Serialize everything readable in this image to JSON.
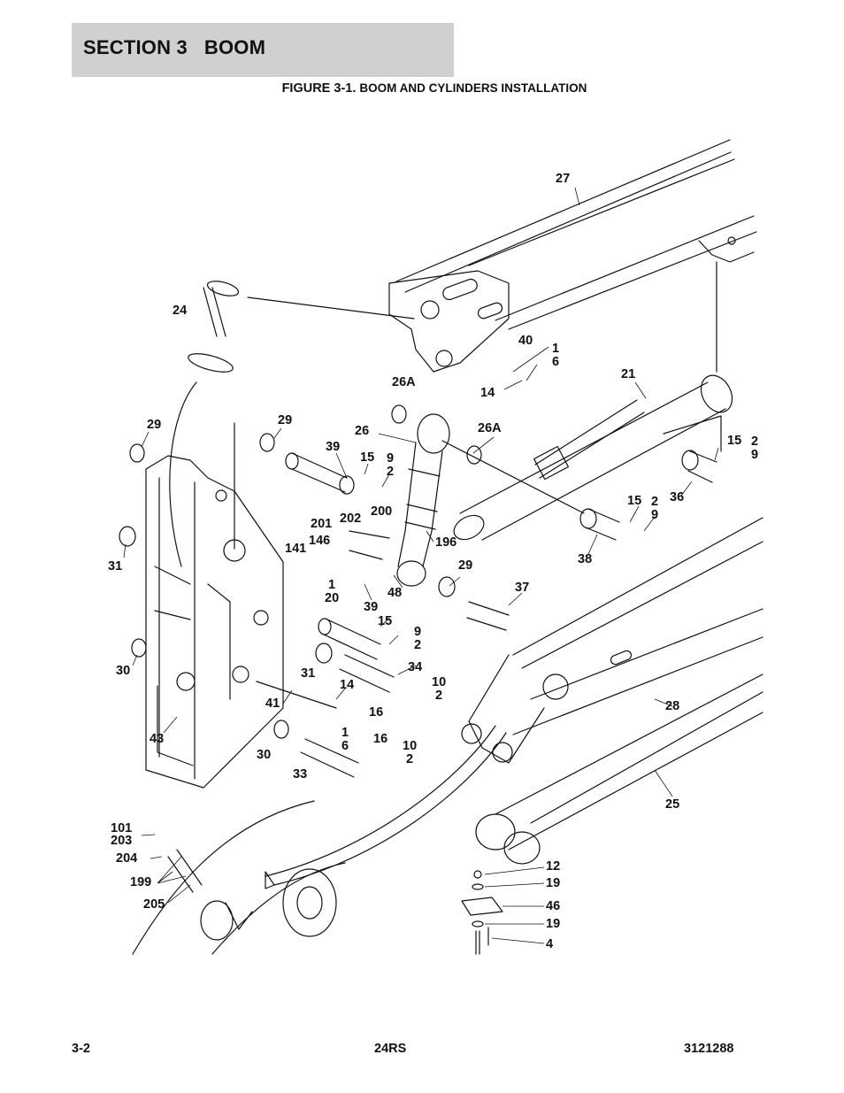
{
  "header": {
    "section_title": "SECTION 3   BOOM"
  },
  "figure": {
    "number": "FIGURE 3-1.",
    "title": "BOOM AND CYLINDERS INSTALLATION"
  },
  "callouts": [
    {
      "id": "c27",
      "text": "27"
    },
    {
      "id": "c24",
      "text": "24"
    },
    {
      "id": "c40",
      "text": "40"
    },
    {
      "id": "c16a",
      "text": "1\n6"
    },
    {
      "id": "c14a",
      "text": "14"
    },
    {
      "id": "c21",
      "text": "21"
    },
    {
      "id": "c26Aa",
      "text": "26A"
    },
    {
      "id": "c29a",
      "text": "29"
    },
    {
      "id": "c29b",
      "text": "29"
    },
    {
      "id": "c26",
      "text": "26"
    },
    {
      "id": "c26Ab",
      "text": "26A"
    },
    {
      "id": "c15a",
      "text": "15"
    },
    {
      "id": "c29c",
      "text": "2\n9"
    },
    {
      "id": "c39a",
      "text": "39"
    },
    {
      "id": "c15b",
      "text": "15"
    },
    {
      "id": "c92a",
      "text": "9\n2"
    },
    {
      "id": "c36",
      "text": "36"
    },
    {
      "id": "c201",
      "text": "201"
    },
    {
      "id": "c202",
      "text": "202"
    },
    {
      "id": "c200",
      "text": "200"
    },
    {
      "id": "c15c",
      "text": "15"
    },
    {
      "id": "c29d",
      "text": "2\n9"
    },
    {
      "id": "c146",
      "text": "146"
    },
    {
      "id": "c141",
      "text": "141"
    },
    {
      "id": "c196",
      "text": "196"
    },
    {
      "id": "c38",
      "text": "38"
    },
    {
      "id": "c31a",
      "text": "31"
    },
    {
      "id": "c120",
      "text": "1\n20"
    },
    {
      "id": "c48",
      "text": "48"
    },
    {
      "id": "c29e",
      "text": "29"
    },
    {
      "id": "c37",
      "text": "37"
    },
    {
      "id": "c39b",
      "text": "39"
    },
    {
      "id": "c15d",
      "text": "15"
    },
    {
      "id": "c92b",
      "text": "9\n2"
    },
    {
      "id": "c30a",
      "text": "30"
    },
    {
      "id": "c31b",
      "text": "31"
    },
    {
      "id": "c34",
      "text": "34"
    },
    {
      "id": "c14b",
      "text": "14"
    },
    {
      "id": "c102a",
      "text": "10\n2"
    },
    {
      "id": "c28",
      "text": "28"
    },
    {
      "id": "c41",
      "text": "41"
    },
    {
      "id": "c16b",
      "text": "16"
    },
    {
      "id": "c43",
      "text": "43"
    },
    {
      "id": "c16c",
      "text": "1\n6"
    },
    {
      "id": "c16d",
      "text": "16"
    },
    {
      "id": "c102b",
      "text": "10\n2"
    },
    {
      "id": "c30b",
      "text": "30"
    },
    {
      "id": "c33",
      "text": "33"
    },
    {
      "id": "c25",
      "text": "25"
    },
    {
      "id": "c101",
      "text": "101"
    },
    {
      "id": "c203",
      "text": "203"
    },
    {
      "id": "c204",
      "text": "204"
    },
    {
      "id": "c199",
      "text": "199"
    },
    {
      "id": "c205",
      "text": "205"
    },
    {
      "id": "c12",
      "text": "12"
    },
    {
      "id": "c19a",
      "text": "19"
    },
    {
      "id": "c46",
      "text": "46"
    },
    {
      "id": "c19b",
      "text": "19"
    },
    {
      "id": "c4",
      "text": "4"
    }
  ],
  "footer": {
    "page": "3-2",
    "model": "24RS",
    "doc_number": "3121288"
  }
}
